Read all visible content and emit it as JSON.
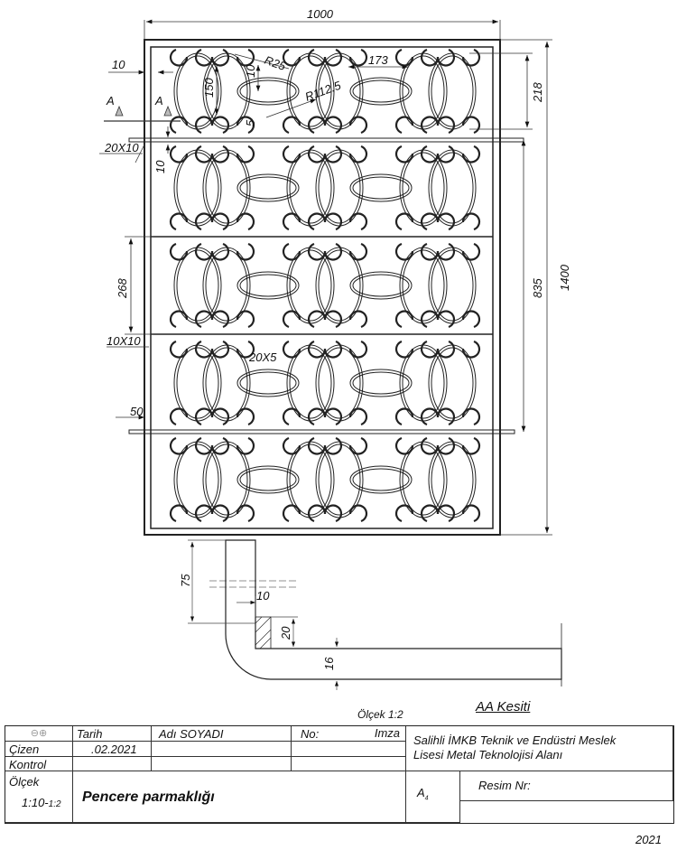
{
  "drawing": {
    "dims": {
      "width": "1000",
      "height": "1400",
      "inner": "835",
      "top_panel": "218",
      "panel": "268",
      "gap_left": "10",
      "gap_vert": "10",
      "ring_h": "150",
      "ring_gap": "10",
      "ring_small": "5",
      "r25": "R25",
      "r112": "R112.5",
      "spacing": "173",
      "left_50": "50",
      "bar_20x10": "20X10",
      "bar_10x10": "10X10",
      "flat_20x5": "20X5",
      "section_a_left": "A",
      "section_a_right": "A"
    },
    "section": {
      "d75": "75",
      "d10": "10",
      "d20": "20",
      "d16": "16",
      "scale_label": "Ölçek 1:2",
      "title": "AA Kesiti"
    }
  },
  "title_block": {
    "projection_symbol": "⊖⊕",
    "tarih": "Tarih",
    "adi": "Adı SOYADI",
    "no": "No:",
    "imza": "Imza",
    "cizen": "Çizen",
    "date": ".02.2021",
    "kontrol": "Kontrol",
    "school_line1": "Salihli İMKB Teknik ve Endüstri Meslek",
    "school_line2": "Lisesi Metal Teknolojisi Alanı",
    "olcek": "Ölçek",
    "scale": "1:10-",
    "scale_small": "1:2",
    "part_name": "Pencere parmaklığı",
    "sheet": "A",
    "sheet_sub": "4",
    "resim_nr": "Resim Nr:",
    "year": "2021"
  }
}
